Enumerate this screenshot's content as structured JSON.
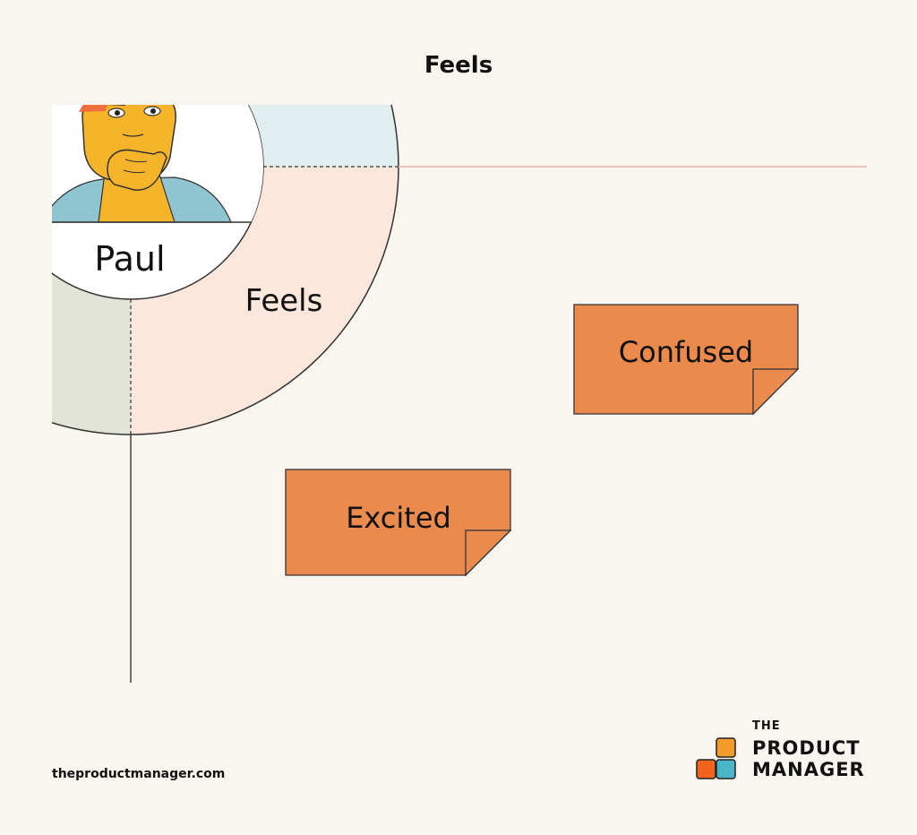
{
  "title": "Feels",
  "persona": {
    "name": "Paul"
  },
  "quadrant": {
    "label": "Feels"
  },
  "stickies": [
    {
      "text": "Confused",
      "color": "#eb8a4d"
    },
    {
      "text": "Excited",
      "color": "#eb8a4d"
    }
  ],
  "footer": {
    "url": "theproductmanager.com"
  },
  "logo": {
    "the": "THE",
    "line1": "PRODUCT",
    "line2": "MANAGER"
  },
  "colors": {
    "background": "#f9f5ef",
    "feels_ring": "#fbe7dc",
    "top_ring": "#e1eef0",
    "left_ring": "#e2e4d8",
    "sticky": "#eb8a4d",
    "logo_orange": "#f39b2a",
    "logo_red": "#f0641e",
    "logo_blue": "#4ab6c8"
  }
}
